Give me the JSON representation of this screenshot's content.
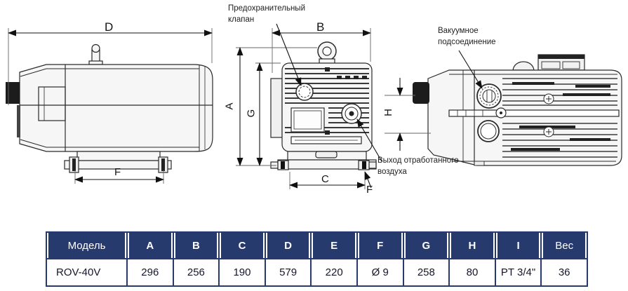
{
  "colors": {
    "table_header_bg": "#263a6e",
    "table_header_text": "#ffffff",
    "table_border": "#263a6e",
    "line": "#2a2a2a"
  },
  "labels": {
    "safety_valve": "Предохранительный клапан",
    "vacuum_connection": "Вакуумное подсоединение",
    "exhaust_outlet": "Выход отработанного воздуха"
  },
  "dims": {
    "D": "D",
    "F_side": "F",
    "B": "B",
    "A": "A",
    "G": "G",
    "C": "C",
    "F_front": "F",
    "H": "H"
  },
  "table": {
    "columns": [
      "Модель",
      "A",
      "B",
      "C",
      "D",
      "E",
      "F",
      "G",
      "H",
      "I",
      "Вес"
    ],
    "row": [
      "ROV-40V",
      "296",
      "256",
      "190",
      "579",
      "220",
      "Ø 9",
      "258",
      "80",
      "PT 3/4\"",
      "36"
    ]
  }
}
